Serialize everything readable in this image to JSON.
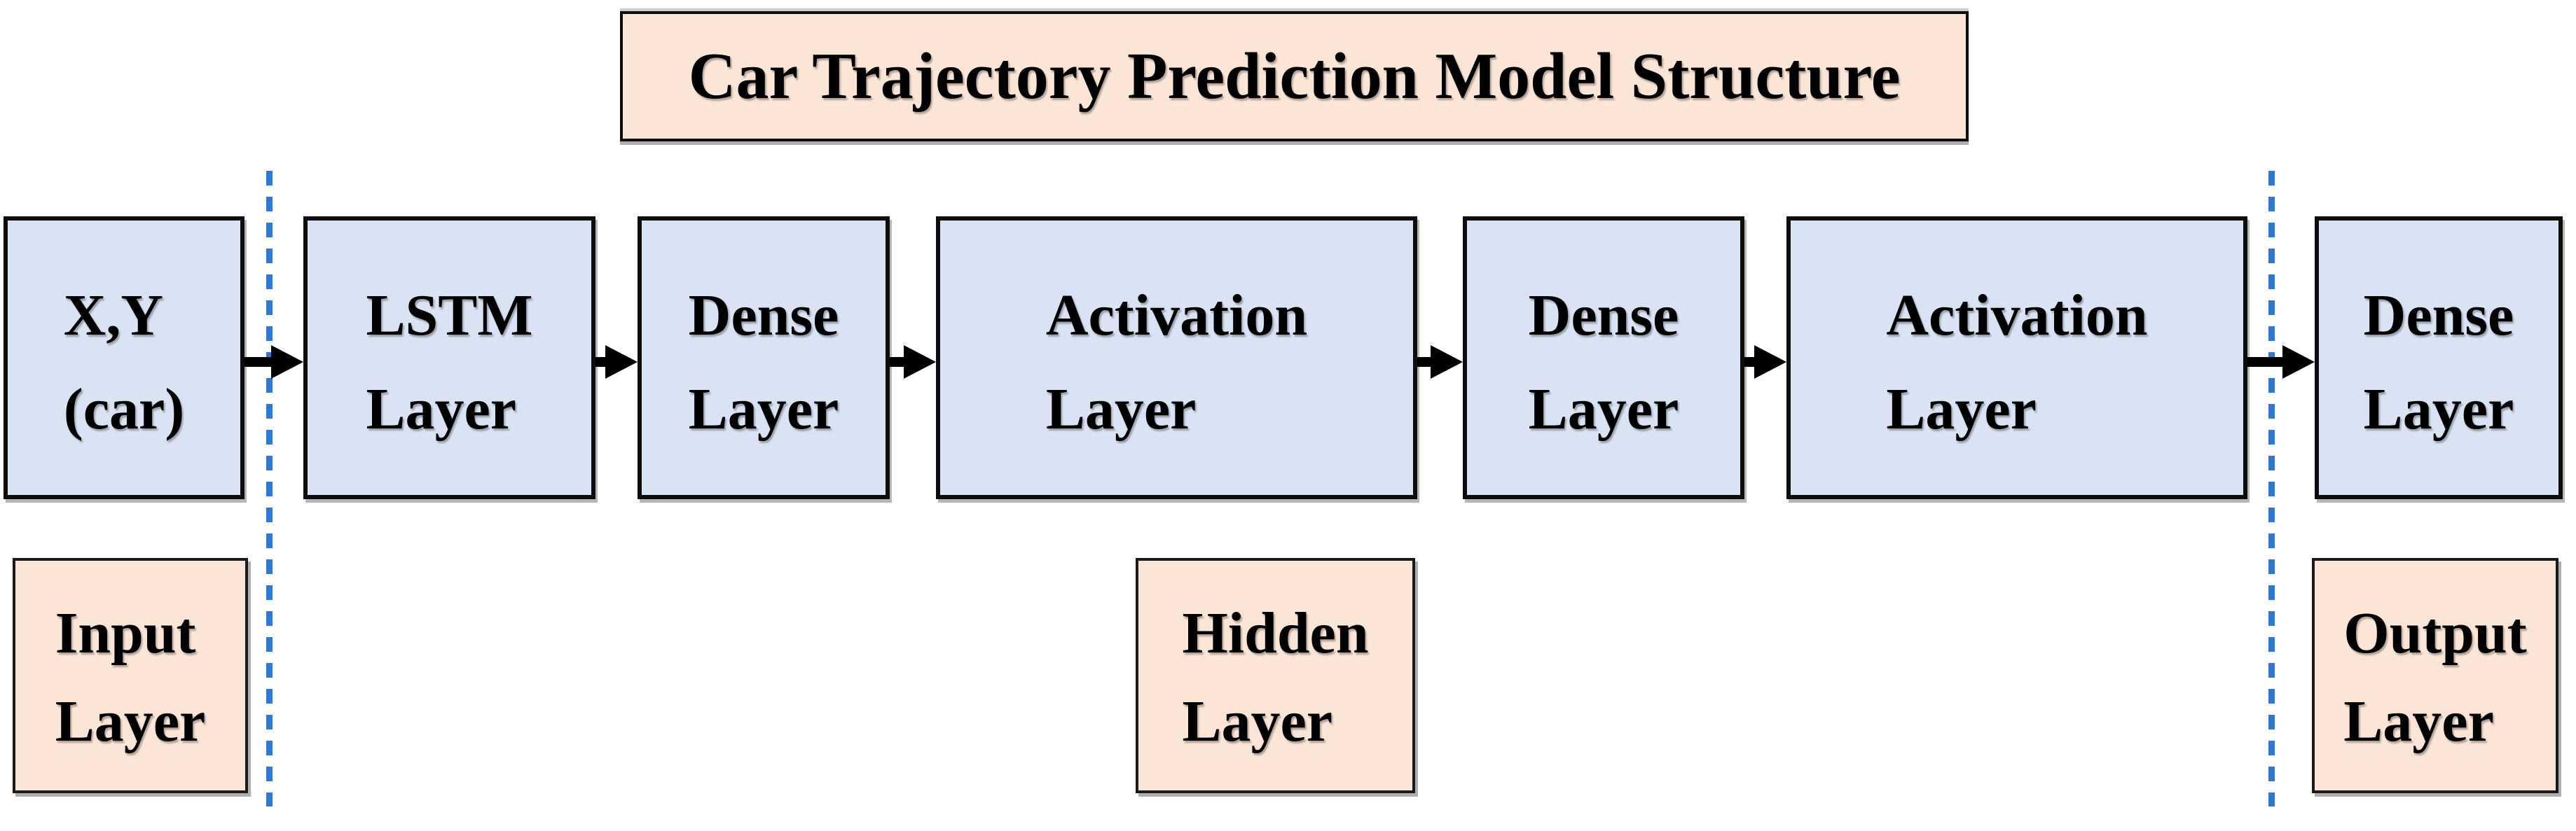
{
  "title": {
    "text": "Car Trajectory Prediction Model Structure"
  },
  "pipeline": {
    "nodes": [
      {
        "line1": "X,Y",
        "line2": "(car)"
      },
      {
        "line1": "LSTM",
        "line2": "Layer"
      },
      {
        "line1": "Dense",
        "line2": "Layer"
      },
      {
        "line1": "Activation",
        "line2": "Layer"
      },
      {
        "line1": "Dense",
        "line2": "Layer"
      },
      {
        "line1": "Activation",
        "line2": "Layer"
      },
      {
        "line1": "Dense",
        "line2": "Layer"
      }
    ]
  },
  "region_labels": [
    {
      "line1": "Input",
      "line2": "Layer"
    },
    {
      "line1": "Hidden",
      "line2": "Layer"
    },
    {
      "line1": "Output",
      "line2": "Layer"
    }
  ],
  "colors": {
    "node_fill": "#dae3f3",
    "label_fill": "#fbe5d6",
    "title_fill": "#fbe5d6",
    "border": "#0d0d0d",
    "divider_dashed_blue": "#3377cf",
    "arrow": "#000000",
    "background": "#ffffff"
  }
}
